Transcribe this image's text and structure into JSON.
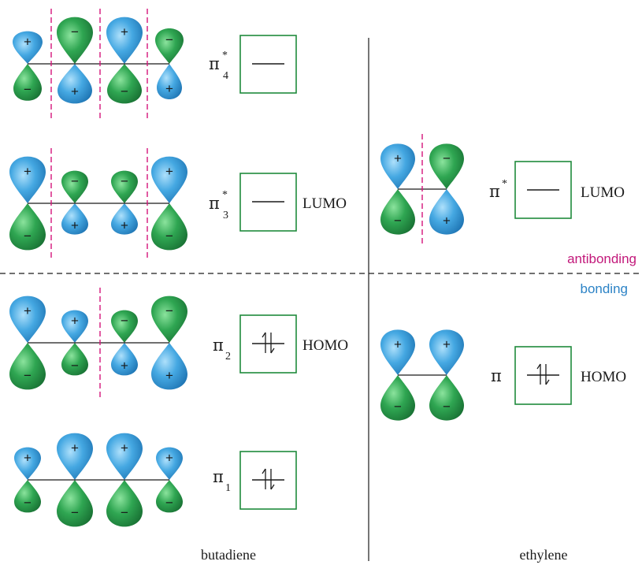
{
  "colors": {
    "positive_lobe": "#3f9fd8",
    "negative_lobe": "#2e9e52",
    "node_line": "#d4147a",
    "box_border": "#1f8a3c",
    "antibonding_text": "#c2187a",
    "bonding_text": "#2c83c6",
    "line": "#1a1a1a"
  },
  "region_labels": {
    "antibonding": "antibonding",
    "bonding": "bonding"
  },
  "captions": {
    "butadiene": "butadiene",
    "ethylene": "ethylene"
  },
  "orbital_symbol": "π",
  "star_symbol": "*",
  "butadiene": {
    "orbitals": [
      {
        "id": "pi4",
        "subscript": "4",
        "starred": true,
        "electrons": 0,
        "role": "",
        "top_signs": [
          "+",
          "−",
          "+",
          "−"
        ],
        "nodes": 3
      },
      {
        "id": "pi3",
        "subscript": "3",
        "starred": true,
        "electrons": 0,
        "role": "LUMO",
        "top_signs": [
          "+",
          "−",
          "−",
          "+"
        ],
        "nodes": 2
      },
      {
        "id": "pi2",
        "subscript": "2",
        "starred": false,
        "electrons": 2,
        "role": "HOMO",
        "top_signs": [
          "+",
          "+",
          "−",
          "−"
        ],
        "nodes": 1
      },
      {
        "id": "pi1",
        "subscript": "1",
        "starred": false,
        "electrons": 2,
        "role": "",
        "top_signs": [
          "+",
          "+",
          "+",
          "+"
        ],
        "nodes": 0
      }
    ]
  },
  "ethylene": {
    "orbitals": [
      {
        "id": "pistar",
        "subscript": "",
        "starred": true,
        "electrons": 0,
        "role": "LUMO",
        "top_signs": [
          "+",
          "−"
        ],
        "nodes": 1
      },
      {
        "id": "pi",
        "subscript": "",
        "starred": false,
        "electrons": 2,
        "role": "HOMO",
        "top_signs": [
          "+",
          "+"
        ],
        "nodes": 0
      }
    ]
  }
}
